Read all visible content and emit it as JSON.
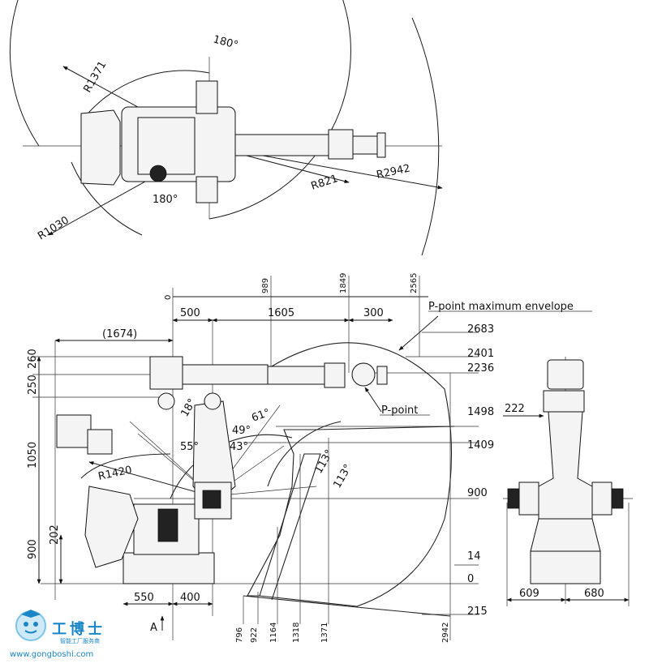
{
  "top_view": {
    "angle_upper": "180°",
    "angle_lower": "180°",
    "r_inner_reach": "R1371",
    "r_tail": "R1030",
    "r_wrist": "R821",
    "r_max": "R2942"
  },
  "side_view": {
    "datum_zero_vertical": "0",
    "x_989": "989",
    "x_1849": "1849",
    "x_2565": "2565",
    "dim_500": "500",
    "dim_1605": "1605",
    "dim_300": "300",
    "dim_1674": "(1674)",
    "h_2683": "2683",
    "h_2401": "2401",
    "h_2236": "2236",
    "h_1498": "1498",
    "h_1409": "1409",
    "h_900": "900",
    "h_14": "14",
    "h_0": "0",
    "h_215": "215",
    "left_260": "260",
    "left_250": "250",
    "left_1050": "1050",
    "left_900": "900",
    "left_202": "202",
    "base_550": "550",
    "base_400": "400",
    "angle_18": "18°",
    "angle_61": "61°",
    "angle_49": "49°",
    "angle_55": "55°",
    "angle_43": "43°",
    "angle_113a": "113°",
    "angle_113b": "113°",
    "r_1420": "R1420",
    "p_point_envelope": "P-point maximum envelope",
    "p_point": "P-point",
    "view_a": "A",
    "bottom_796": "796",
    "bottom_922": "922",
    "bottom_1164": "1164",
    "bottom_1318": "1318",
    "bottom_1371": "1371",
    "bottom_2942": "2942"
  },
  "front_view": {
    "dim_222": "222",
    "dim_609": "609",
    "dim_680": "680"
  },
  "watermark": {
    "name": "工博士",
    "subtitle": "智能工厂服务商",
    "url": "www.gongboshi.com"
  }
}
